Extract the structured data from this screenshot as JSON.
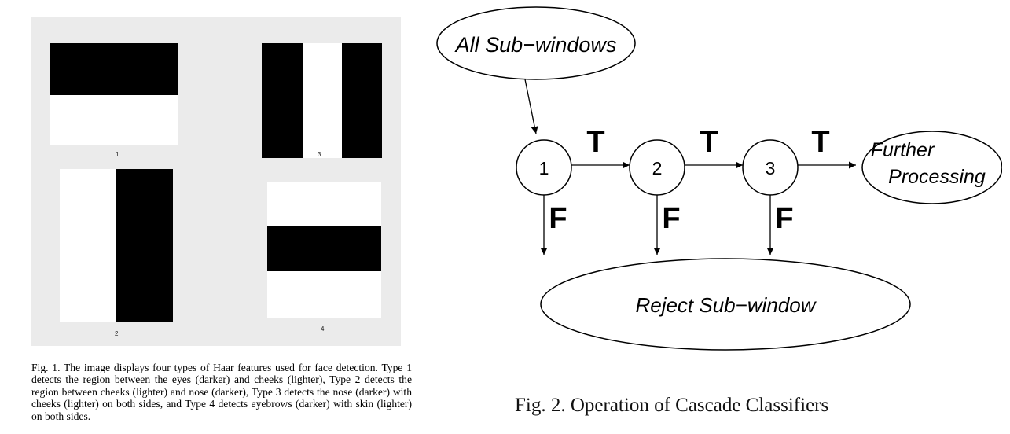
{
  "fig1": {
    "labels": [
      "1",
      "3",
      "2",
      "4"
    ],
    "caption": "Fig. 1.  The image displays four types of Haar features used for face detection. Type 1 detects the region between the eyes (darker) and cheeks (lighter), Type 2 detects the region between cheeks (lighter) and nose (darker), Type 3 detects the nose (darker) with cheeks (lighter) on both sides, and Type 4 detects eyebrows (darker) with skin (lighter) on both sides."
  },
  "fig2": {
    "nodes": {
      "start": [
        "All Sub−windows"
      ],
      "stage1": [
        "1"
      ],
      "stage2": [
        "2"
      ],
      "stage3": [
        "3"
      ],
      "further": [
        "Further",
        "Processing"
      ],
      "reject": [
        "Reject Sub−window"
      ]
    },
    "edge_labels": {
      "true_label": "T",
      "false_label": "F"
    },
    "caption": "Fig. 2.  Operation of Cascade Classifiers"
  }
}
